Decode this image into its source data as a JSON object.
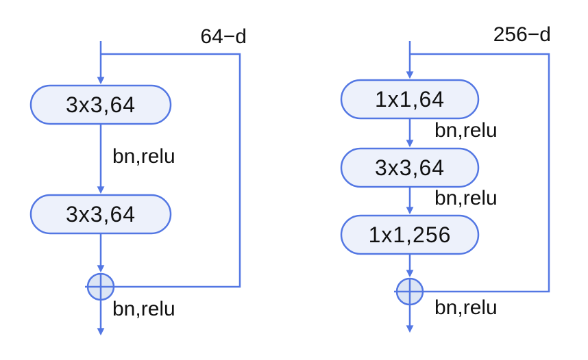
{
  "figure": {
    "description_colors": {
      "accent": "#5377e3",
      "box_fill": "#edf1fb",
      "add_circle_fill": "#dce5f5",
      "text": "#111111",
      "background": "#ffffff"
    },
    "icons": {
      "add_operator": "circle-plus-icon"
    },
    "blocks": [
      {
        "input_label": "64−d",
        "layers": [
          "3x3,64",
          "3x3,64"
        ],
        "edge_labels": [
          "bn,relu"
        ],
        "output_label": "bn,relu"
      },
      {
        "input_label": "256−d",
        "layers": [
          "1x1,64",
          "3x3,64",
          "1x1,256"
        ],
        "edge_labels": [
          "bn,relu",
          "bn,relu"
        ],
        "output_label": "bn,relu"
      }
    ]
  }
}
